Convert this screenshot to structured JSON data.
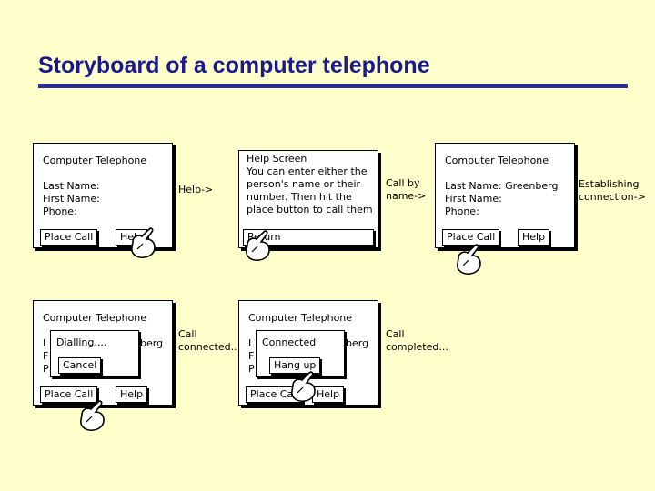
{
  "title": "Storyboard of a computer telephone",
  "frame1": {
    "title": "Computer Telephone",
    "last_name": "Last Name:",
    "first_name": "First Name:",
    "phone": "Phone:",
    "place_call": "Place Call",
    "help": "Help"
  },
  "arrow1": "Help->",
  "help_screen": {
    "line1": "Help Screen",
    "line2": "You can enter either the",
    "line3": "person's name or their",
    "line4": "number. Then hit the",
    "line5": "place button to call them",
    "return": "Return"
  },
  "arrow2": "Call by\nname->",
  "frame3": {
    "title": "Computer Telephone",
    "last_name": "Last Name: Greenberg",
    "first_name": "First Name:",
    "phone": "Phone:",
    "place_call": "Place Call",
    "help": "Help"
  },
  "arrow3": "Establishing\nconnection->",
  "frame4": {
    "title": "Computer Telephone",
    "l": "L",
    "f": "F",
    "p": "P",
    "name_tail": "berg",
    "dialog_text": "Dialling....",
    "cancel": "Cancel",
    "place_call": "Place Call",
    "help": "Help"
  },
  "arrow4": "Call\nconnected..",
  "frame5": {
    "title": "Computer Telephone",
    "l": "L",
    "f": "F",
    "p": "P",
    "name_tail": "berg",
    "dialog_text": "Connected",
    "hang_up": "Hang up",
    "place_call": "Place Call",
    "help": "Help"
  },
  "arrow5": "Call\ncompleted..."
}
